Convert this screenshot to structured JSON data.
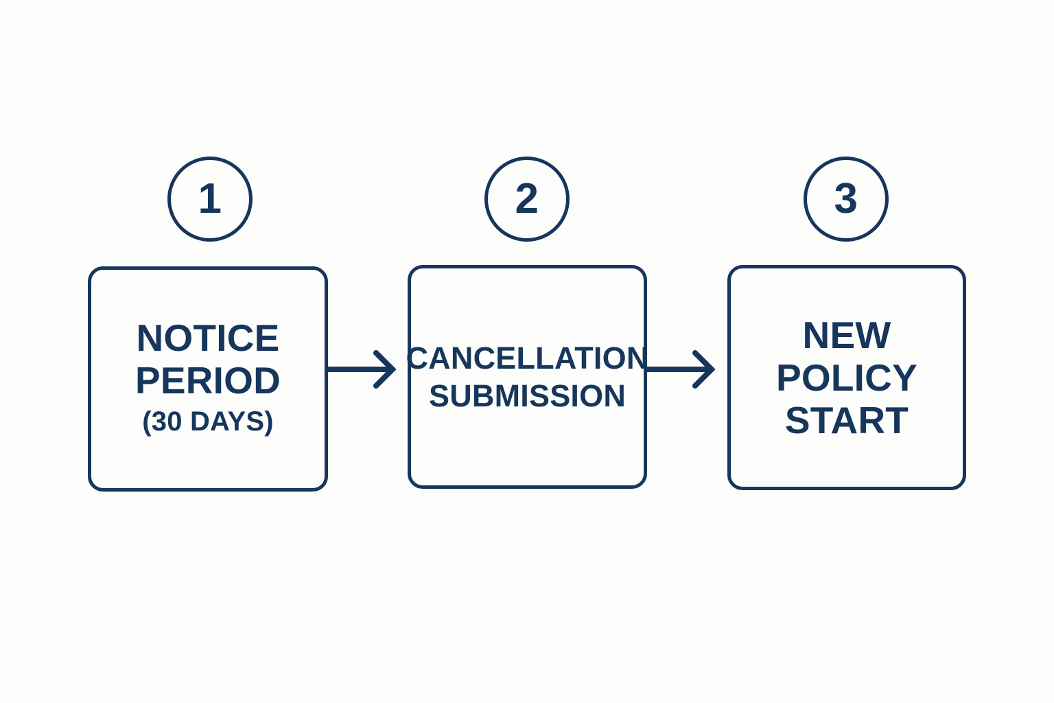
{
  "diagram": {
    "title": "Policy cancellation process flow",
    "type": "horizontal-process-flow",
    "background_color": "#fdfdfb",
    "accent_color": "#16365c",
    "steps": [
      {
        "number": "1",
        "line1": "NOTICE",
        "line2": "PERIOD",
        "line3": "(30 DAYS)"
      },
      {
        "number": "2",
        "line1": "CANCELLATION",
        "line2": "SUBMISSION",
        "line3": ""
      },
      {
        "number": "3",
        "line1": "NEW",
        "line2": "POLICY",
        "line3": "START"
      }
    ],
    "connectors": [
      {
        "from": "1",
        "to": "2",
        "icon": "arrow-right-icon"
      },
      {
        "from": "2",
        "to": "3",
        "icon": "arrow-right-icon"
      }
    ]
  }
}
